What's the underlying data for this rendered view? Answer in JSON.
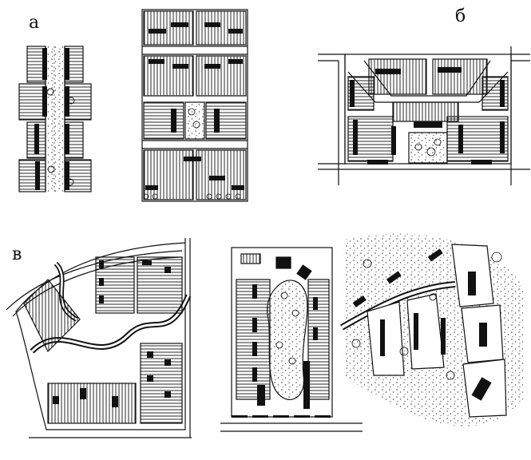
{
  "labels": {
    "a": "а",
    "b": "б",
    "c": "в"
  },
  "colors": {
    "ink": "#111111",
    "paper": "#ffffff",
    "stipple": "#555555"
  }
}
